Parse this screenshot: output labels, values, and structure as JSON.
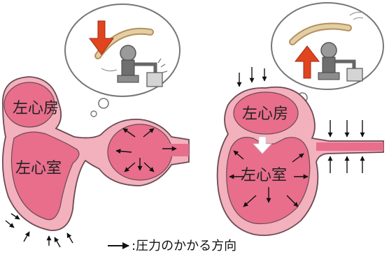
{
  "left_diagram": {
    "atrium_label": "左心房",
    "ventricle_label": "左心室"
  },
  "right_diagram": {
    "atrium_label": "左心房",
    "ventricle_label": "左心室"
  },
  "legend": {
    "text": ":圧力のかかる方向"
  },
  "colors": {
    "tissue": "#f3b0bd",
    "chamber": "#e86e8c",
    "outline": "#6b4a52",
    "arrow": "#111111",
    "pump_arrow": "#e0451f",
    "handle": "#d9c39a",
    "machine": "#7d7d7d"
  }
}
